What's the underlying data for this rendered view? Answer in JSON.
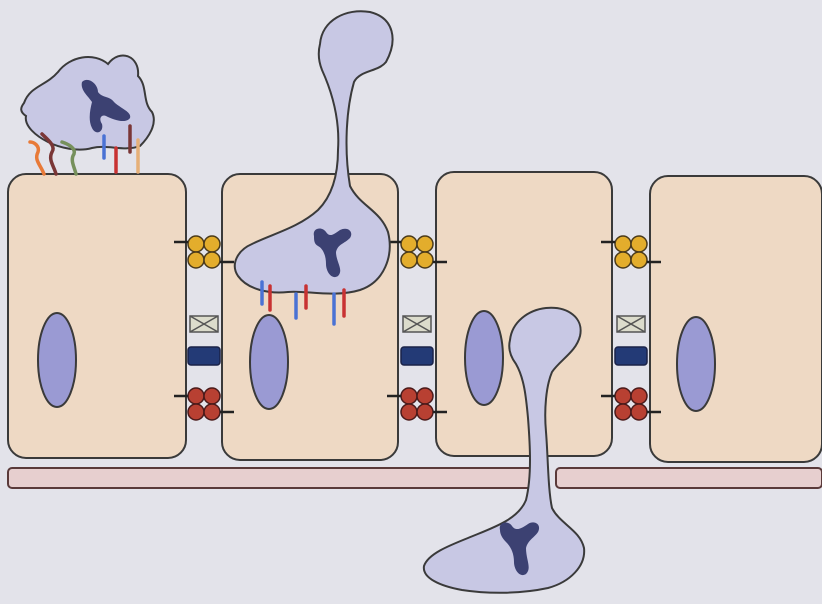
{
  "colors": {
    "background": "#e3e3ea",
    "epithelial_cell_fill": "#eed9c4",
    "cell_outline": "#3a3a3a",
    "nucleus": "#9a9ad3",
    "leukocyte": "#c8c8e4",
    "leukocyte_nucleus": "#3c4172",
    "basement_membrane": "#e7cfcf",
    "tight_junction": "#e3ad2c",
    "adherens_junction": "#dcdccc",
    "desmosome": "#233a76",
    "gap_junction": "#b84032",
    "receptor_blue": "#4a72d4",
    "receptor_red": "#c83232",
    "ligand_orange": "#e87a38",
    "ligand_brown": "#7a3636",
    "ligand_green": "#76905c",
    "ligand_tan": "#e6b078"
  },
  "diagram": {
    "type": "leukocyte transepithelial migration schematic",
    "epithelial_cells": 4,
    "leukocytes": [
      {
        "stage": "apical-surface-adhesion",
        "icon": "leukocyte-icon"
      },
      {
        "stage": "paracellular-crossing",
        "icon": "leukocyte-icon"
      },
      {
        "stage": "basement-membrane-crossing",
        "icon": "leukocyte-icon"
      }
    ],
    "junction_stacks": 3,
    "junction_order_apical_to_basal": [
      "tight-junction",
      "adherens-junction",
      "desmosome",
      "gap-junction"
    ]
  }
}
